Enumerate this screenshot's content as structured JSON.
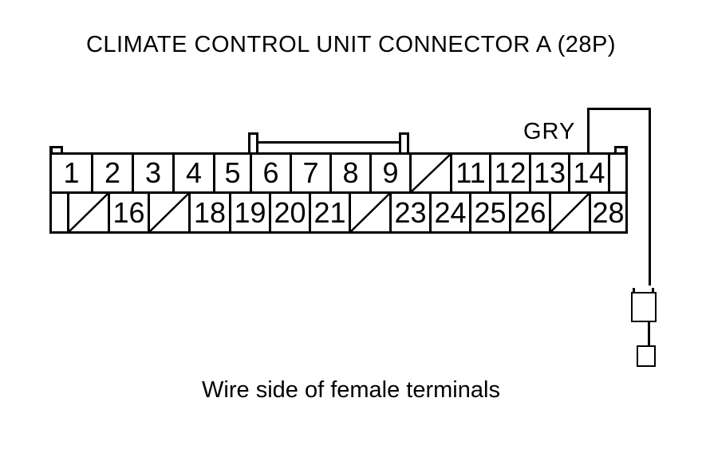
{
  "title": "CLIMATE CONTROL UNIT CONNECTOR A (28P)",
  "caption": "Wire side of female terminals",
  "wire": {
    "label": "GRY"
  },
  "connector": {
    "rows": [
      {
        "name": "top-row",
        "cells": [
          {
            "type": "pin",
            "label": "1"
          },
          {
            "type": "pin",
            "label": "2"
          },
          {
            "type": "pin",
            "label": "3"
          },
          {
            "type": "pin",
            "label": "4"
          },
          {
            "type": "pin",
            "label": "5"
          },
          {
            "type": "pin",
            "label": "6"
          },
          {
            "type": "pin",
            "label": "7"
          },
          {
            "type": "pin",
            "label": "8"
          },
          {
            "type": "pin",
            "label": "9"
          },
          {
            "type": "slash",
            "label": ""
          },
          {
            "type": "pin",
            "label": "11"
          },
          {
            "type": "pin",
            "label": "12"
          },
          {
            "type": "pin",
            "label": "13"
          },
          {
            "type": "pin",
            "label": "14"
          },
          {
            "type": "blank",
            "label": ""
          }
        ]
      },
      {
        "name": "bottom-row",
        "cells": [
          {
            "type": "blank",
            "label": ""
          },
          {
            "type": "slash",
            "label": ""
          },
          {
            "type": "pin",
            "label": "16"
          },
          {
            "type": "slash",
            "label": ""
          },
          {
            "type": "pin",
            "label": "18"
          },
          {
            "type": "pin",
            "label": "19"
          },
          {
            "type": "pin",
            "label": "20"
          },
          {
            "type": "pin",
            "label": "21"
          },
          {
            "type": "slash",
            "label": ""
          },
          {
            "type": "pin",
            "label": "23"
          },
          {
            "type": "pin",
            "label": "24"
          },
          {
            "type": "pin",
            "label": "25"
          },
          {
            "type": "pin",
            "label": "26"
          },
          {
            "type": "slash",
            "label": ""
          },
          {
            "type": "pin",
            "label": "28"
          }
        ]
      }
    ]
  },
  "colors": {
    "line": "#000000",
    "background": "#ffffff"
  }
}
